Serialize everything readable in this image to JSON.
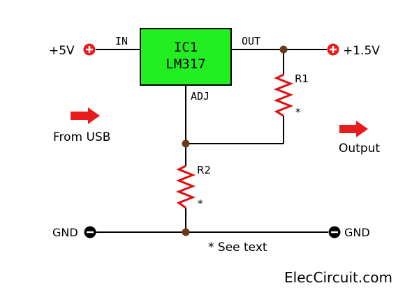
{
  "colors": {
    "wire": "#000000",
    "ic_fill": "#22ee22",
    "resistor": "#e01010",
    "node": "#6b3a16",
    "plus_terminal": "#e81c1c",
    "minus_terminal": "#000000",
    "arrow": "#e81c1c",
    "background": "#ffffff"
  },
  "ic": {
    "name": "IC1",
    "part": "LM317",
    "pin_in": "IN",
    "pin_out": "OUT",
    "pin_adj": "ADJ"
  },
  "terminals": {
    "input_voltage": "+5V",
    "output_voltage": "+1.5V",
    "gnd_left": "GND",
    "gnd_right": "GND"
  },
  "resistors": {
    "r1": {
      "label": "R1",
      "note": "*"
    },
    "r2": {
      "label": "R2",
      "note": "*"
    }
  },
  "annotations": {
    "from_usb": "From USB",
    "output": "Output",
    "see_text": "* See text",
    "watermark": "ElecCircuit.com"
  },
  "icons": [
    "plus-terminal-icon",
    "minus-terminal-icon",
    "arrow-right-icon",
    "junction-dot-icon",
    "resistor-zigzag-icon"
  ]
}
